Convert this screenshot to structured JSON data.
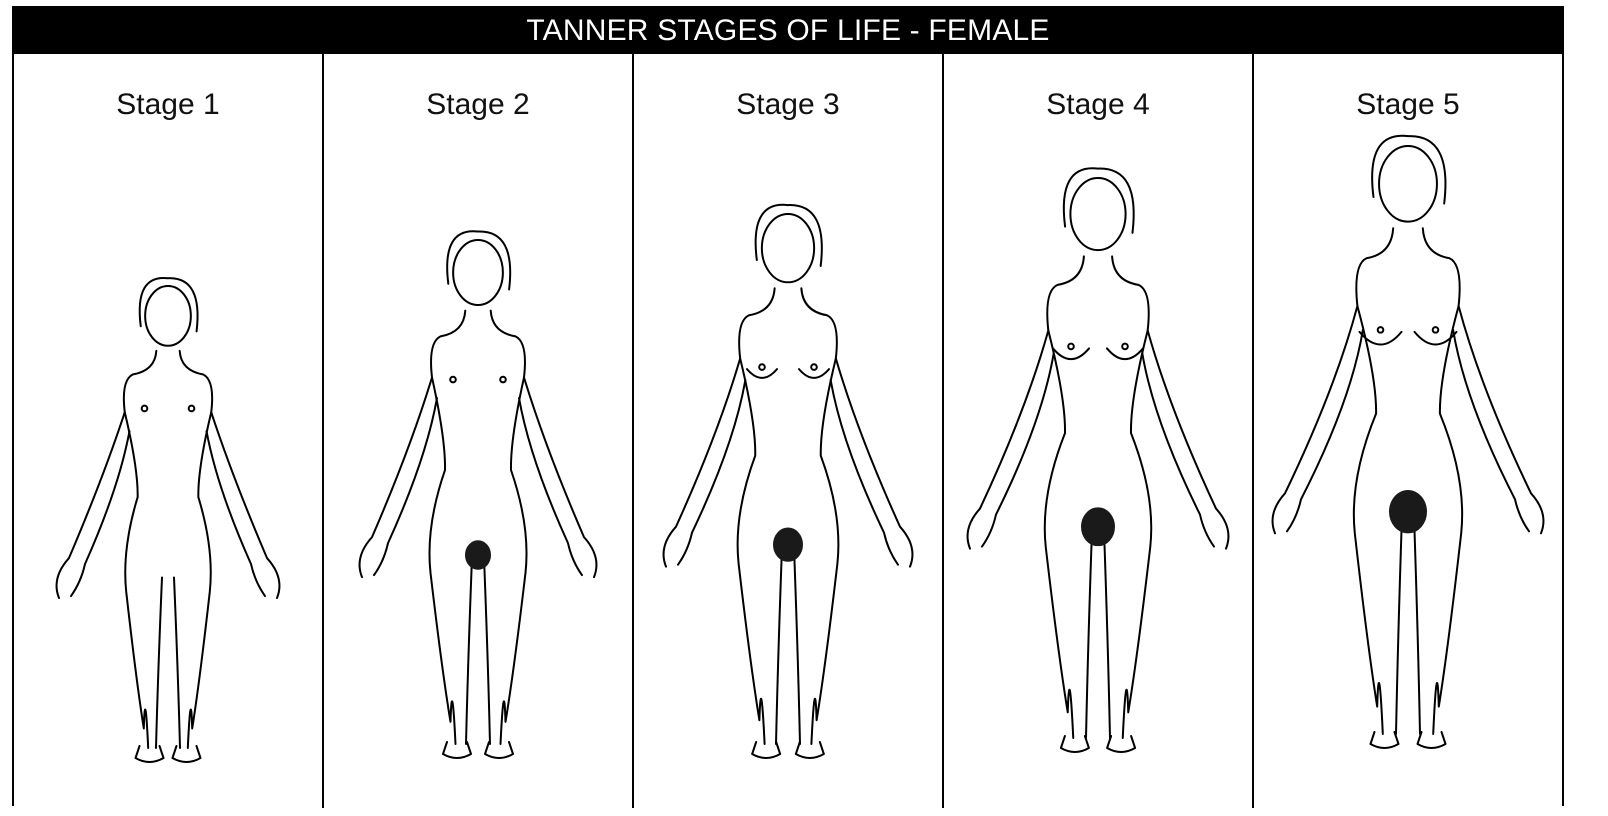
{
  "title": "TANNER STAGES OF LIFE - FEMALE",
  "stages": [
    {
      "label": "Stage 1",
      "figure": "female-figure-stage-1-icon",
      "breast_level": 1,
      "pubic_hair": false
    },
    {
      "label": "Stage 2",
      "figure": "female-figure-stage-2-icon",
      "breast_level": 2,
      "pubic_hair": true
    },
    {
      "label": "Stage 3",
      "figure": "female-figure-stage-3-icon",
      "breast_level": 3,
      "pubic_hair": true
    },
    {
      "label": "Stage 4",
      "figure": "female-figure-stage-4-icon",
      "breast_level": 4,
      "pubic_hair": true
    },
    {
      "label": "Stage 5",
      "figure": "female-figure-stage-5-icon",
      "breast_level": 5,
      "pubic_hair": true
    }
  ],
  "colors": {
    "line": "#000000",
    "background": "#ffffff",
    "title_bg": "#000000",
    "title_text": "#ffffff"
  }
}
